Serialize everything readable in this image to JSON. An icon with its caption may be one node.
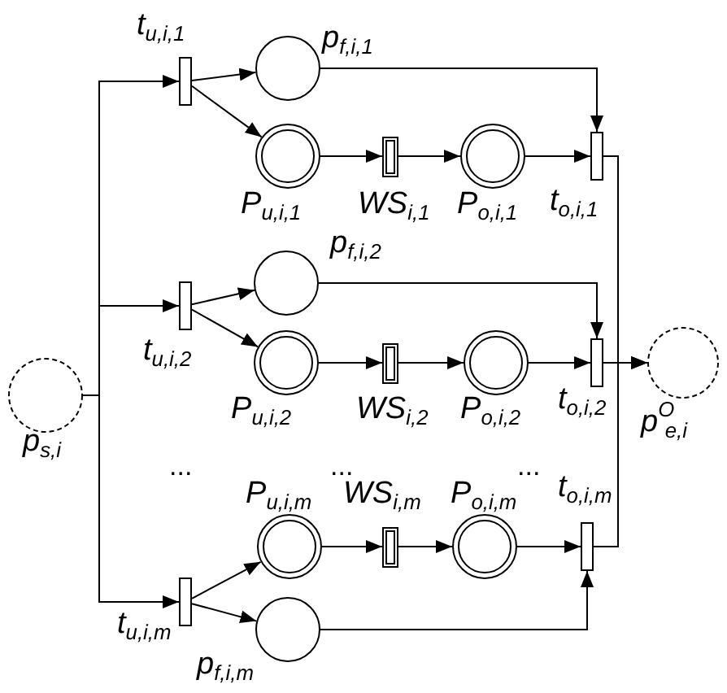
{
  "diagram": {
    "nodes": [
      {
        "text": [],
        "shape": "circle",
        "beside": [
          "p$_{s,i}$"
        ]
      },
      {
        "text": [],
        "shape": "bar",
        "beside": [
          "t$_{u,i,1}$"
        ]
      },
      {
        "text": [],
        "shape": "circle",
        "beside": [
          "p$_{f,i,1}$"
        ]
      },
      {
        "text": [],
        "shape": "circle",
        "beside": [
          "P$_{u,i,1}$"
        ]
      },
      {
        "text": [],
        "shape": "bar",
        "beside": [
          "WS$_{i,1}$"
        ]
      },
      {
        "text": [],
        "shape": "circle",
        "beside": [
          "P$_{o,i,1}$"
        ]
      },
      {
        "text": [],
        "shape": "bar",
        "beside": [
          "t$_{o,i,1}$"
        ]
      },
      {
        "text": [],
        "shape": "bar",
        "beside": [
          "t$_{u,i,2}$"
        ]
      },
      {
        "text": [],
        "shape": "circle",
        "beside": [
          "p$_{f,i,2}$"
        ]
      },
      {
        "text": [],
        "shape": "circle",
        "beside": [
          "P$_{u,i,2}$"
        ]
      },
      {
        "text": [],
        "shape": "bar",
        "beside": [
          "WS$_{i,2}$"
        ]
      },
      {
        "text": [],
        "shape": "circle",
        "beside": [
          "P$_{o,i,2}$"
        ]
      },
      {
        "text": [],
        "shape": "bar",
        "beside": [
          "t$_{o,i,2}$"
        ]
      },
      {
        "text": [],
        "shape": "bar",
        "beside": [
          "t$_{u,i,m}$"
        ]
      },
      {
        "text": [],
        "shape": "circle",
        "beside": [
          "P$_{u,i,m}$"
        ]
      },
      {
        "text": [],
        "shape": "bar",
        "beside": [
          "WS$_{i,m}$"
        ]
      },
      {
        "text": [],
        "shape": "circle",
        "beside": [
          "P$_{o,i,m}$"
        ]
      },
      {
        "text": [],
        "shape": "bar",
        "beside": [
          "t$_{o,i,m}$"
        ]
      },
      {
        "text": [],
        "shape": "circle",
        "beside": [
          "p$_{f,i,m}$"
        ]
      },
      {
        "text": [],
        "shape": "circle",
        "beside": [
          "p$^{O}$$_{e,i}$"
        ]
      }
    ],
    "edges": [
      {
        "from": 0,
        "to": 1,
        "arrow": "to"
      },
      {
        "from": 0,
        "to": 7,
        "arrow": "to"
      },
      {
        "from": 0,
        "to": 13,
        "arrow": "to"
      },
      {
        "from": 1,
        "to": 2,
        "arrow": "to"
      },
      {
        "from": 1,
        "to": 3,
        "arrow": "to"
      },
      {
        "from": 3,
        "to": 4,
        "arrow": "to"
      },
      {
        "from": 4,
        "to": 5,
        "arrow": "to"
      },
      {
        "from": 5,
        "to": 6,
        "arrow": "to"
      },
      {
        "from": 2,
        "to": 6,
        "arrow": "to"
      },
      {
        "from": 6,
        "to": 19,
        "arrow": "to"
      },
      {
        "from": 7,
        "to": 8,
        "arrow": "to"
      },
      {
        "from": 7,
        "to": 9,
        "arrow": "to"
      },
      {
        "from": 9,
        "to": 10,
        "arrow": "to"
      },
      {
        "from": 10,
        "to": 11,
        "arrow": "to"
      },
      {
        "from": 11,
        "to": 12,
        "arrow": "to"
      },
      {
        "from": 8,
        "to": 12,
        "arrow": "to"
      },
      {
        "from": 12,
        "to": 19,
        "arrow": "to"
      },
      {
        "from": 13,
        "to": 14,
        "arrow": "to"
      },
      {
        "from": 13,
        "to": 18,
        "arrow": "to"
      },
      {
        "from": 14,
        "to": 15,
        "arrow": "to"
      },
      {
        "from": 15,
        "to": 16,
        "arrow": "to"
      },
      {
        "from": 16,
        "to": 17,
        "arrow": "to"
      },
      {
        "from": 18,
        "to": 17,
        "arrow": "to"
      },
      {
        "from": 17,
        "to": 19,
        "arrow": "to"
      }
    ],
    "labels": [
      "...",
      "...",
      "..."
    ]
  }
}
